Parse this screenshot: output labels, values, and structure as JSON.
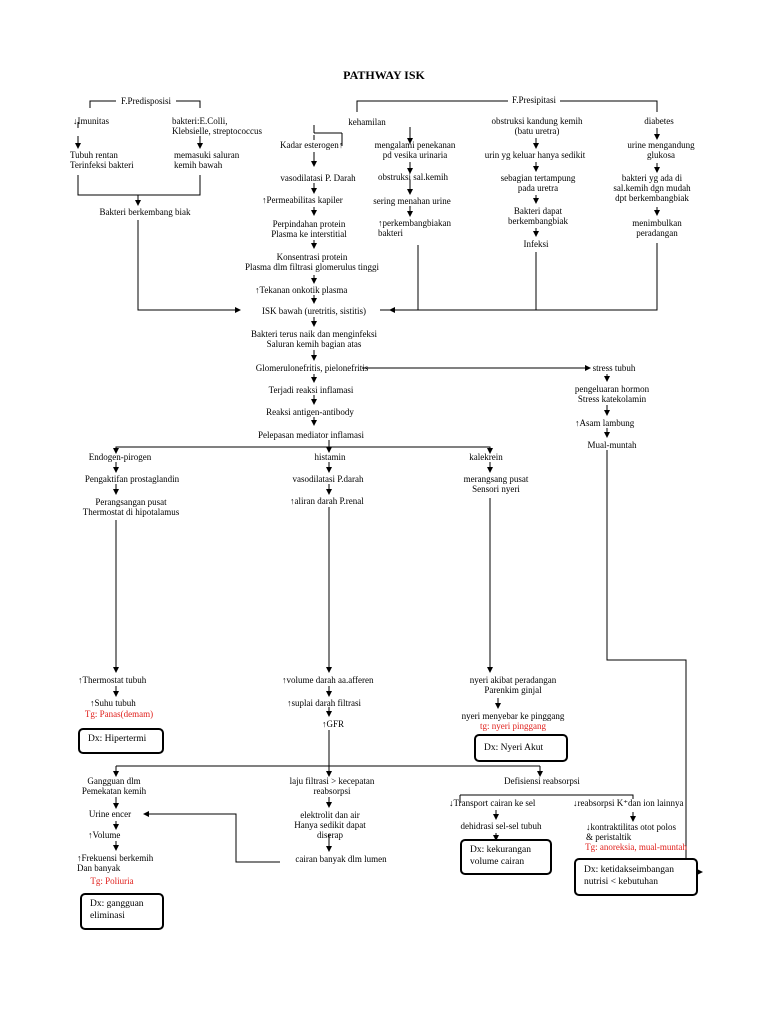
{
  "title": "PATHWAY ISK",
  "nodes": {
    "f_predisposisi": "F.Predisposisi",
    "imunitas": "Imunitas",
    "bakteri_ecoli": "bakteri:E.Colli,\nKlebsielle, streptococcus",
    "tubuh_rentan": "Tubuh rentan\nTerinfeksi bakteri",
    "memasuki_saluran": "memasuki saluran\nkemih bawah",
    "bakteri_berkembang": "Bakteri berkembang biak",
    "f_presipitasi": "F.Presipitasi",
    "kehamilan": "kehamilan",
    "obstruksi_kandung": "obstruksi kandung kemih\n(batu uretra)",
    "diabetes": "diabetes",
    "kadar_esterogen": "Kadar esterogen",
    "mengalami_penekanan": "mengalami penekanan\npd vesika urinaria",
    "urin_keluar": "urin yg keluar hanya sedikit",
    "urine_mengandung": "urine mengandung\nglukosa",
    "vasodilatasi_darah": "vasodilatasi P. Darah",
    "obstruksi_sal": "obstruksi sal.kemih",
    "sebagian_tertampung": "sebagian tertampung\npada uretra",
    "bakteri_ada": "bakteri yg ada di\nsal.kemih dgn mudah\ndpt berkembangbiak",
    "permeabilitas": "Permeabilitas kapiler",
    "sering_menahan": "sering menahan urine",
    "bakteri_dapat": "Bakteri dapat\nberkembangbiak",
    "menimbulkan": "menimbulkan\nperadangan",
    "perpindahan_protein": "Perpindahan protein\nPlasma ke interstitial",
    "perkembangbiakan": "perkembangbiakan\nbakteri",
    "infeksi": "Infeksi",
    "konsentrasi_protein": "Konsentrasi protein\nPlasma dlm filtrasi glomerulus tinggi",
    "tekanan_onkotik": "Tekanan onkotik plasma",
    "isk_bawah": "ISK bawah (uretritis, sistitis)",
    "bakteri_terus": "Bakteri terus naik dan menginfeksi\nSaluran kemih bagian atas",
    "glomerulonefritis": "Glomerulonefritis, pielonefritis",
    "stress_tubuh": "stress tubuh",
    "terjadi_reaksi": "Terjadi reaksi inflamasi",
    "pengeluaran_hormon": "pengeluaran hormon\nStress katekolamin",
    "reaksi_antigen": "Reaksi antigen-antibody",
    "asam_lambung": "Asam lambung",
    "pelepasan_mediator": "Pelepasan mediator inflamasi",
    "mual_muntah": "Mual-muntah",
    "endogen_pirogen": "Endogen-pirogen",
    "histamin": "histamin",
    "kalekrein": "kalekrein",
    "pengaktifan": "Pengaktifan prostaglandin",
    "vasodilatasi_pdarah": "vasodilatasi P.darah",
    "merangsang_pusat": "merangsang pusat\nSensori nyeri",
    "perangsangan_pusat": "Perangsangan pusat\nThermostat di hipotalamus",
    "aliran_darah": "aliran darah P.renal",
    "thermostat_tubuh": "Thermostat tubuh",
    "volume_darah": "volume darah aa.afferen",
    "nyeri_akibat": "nyeri akibat peradangan\nParenkim ginjal",
    "suhu_tubuh": "Suhu tubuh",
    "suplai_darah": "suplai darah filtrasi",
    "nyeri_menyebar": "nyeri menyebar ke pinggang",
    "gfr": "GFR",
    "gangguan_pemekatan": "Gangguan dlm\nPemekatan kemih",
    "laju_filtrasi": "laju filtrasi > kecepatan\nreabsorpsi",
    "defisiensi_reabsorpsi": "Defisiensi reabsorpsi",
    "urine_encer": "Urine encer",
    "elektrolit": "elektrolit dan air\nHanya sedikit dapat\ndiserap",
    "transport_cairan": "Transport cairan ke sel",
    "reabsorpsi_k": "reabsorpsi K⁺dan ion lainnya",
    "volume": "Volume",
    "dehidrasi": "dehidrasi sel-sel tubuh",
    "kontraktilitas": "kontraktilitas otot polos\n&   peristaltik",
    "cairan_banyak": "cairan banyak dlm lumen",
    "frekuensi": "Frekuensi berkemih\nDan banyak"
  },
  "tags": {
    "panas": "Tg: Panas(demam)",
    "nyeri_pinggang": "tg: nyeri pinggang",
    "poliuria": "Tg: Poliuria",
    "anoreksia": "Tg: anoreksia, mual-muntah"
  },
  "diagnoses": {
    "hipertermi": "Dx: Hipertermi",
    "nyeri_akut": "Dx: Nyeri  Akut",
    "kekurangan": "Dx: kekurangan\nvolume cairan",
    "ketidakseimbangan": "Dx: ketidakseimbangan\nnutrisi < kebutuhan",
    "gangguan_eliminasi": "Dx: gangguan\neliminasi"
  },
  "colors": {
    "tag": "#e0201c",
    "line": "#000000"
  }
}
